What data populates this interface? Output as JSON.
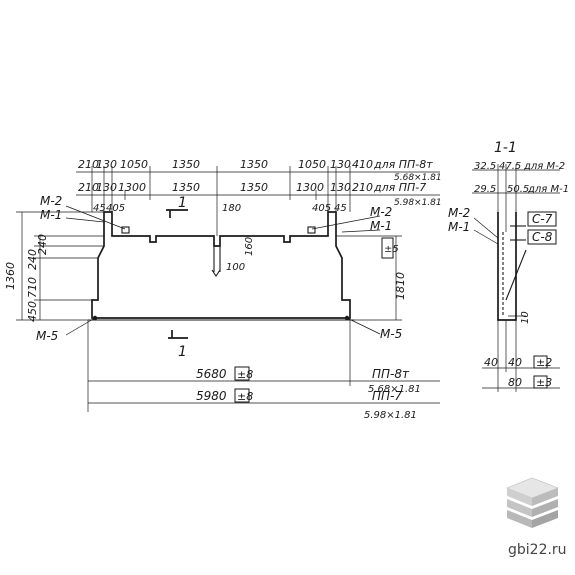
{
  "title": "",
  "top_dims_row1": [
    "210",
    "130",
    "1050",
    "1350",
    "1350",
    "1050",
    "130",
    "410"
  ],
  "top_dims_row1_note": "для ПП-8т",
  "top_dims_row1_note2": "5.68×1.81",
  "top_dims_row2": [
    "210",
    "130",
    "1300",
    "1350",
    "1350",
    "1300",
    "130",
    "210"
  ],
  "top_dims_row2_note": "для ПП-7",
  "top_dims_row2_note2": "5.98×1.81",
  "left_dims": [
    "1360",
    "710",
    "240",
    "240",
    "450"
  ],
  "left_top_dims": [
    "45",
    "405"
  ],
  "right_top_dims": [
    "405",
    "45"
  ],
  "mid_dims": [
    "180",
    "100",
    "160"
  ],
  "right_dim": "1810",
  "right_dim_box": "±5",
  "marks_left": [
    "М-2",
    "М-1",
    "М-5"
  ],
  "marks_right": [
    "М-2",
    "М-1",
    "М-5"
  ],
  "section_mark": "1",
  "bottom_dim1": "5680",
  "bottom_dim1_box": "±8",
  "bottom_dim2": "5980",
  "bottom_dim2_box": "±8",
  "bottom_note1": "ПП-8т",
  "bottom_note2": "5.68×1.81",
  "bottom_note3": "ПП-7",
  "bottom_note4": "5.98×1.81",
  "section_title": "1-1",
  "section_dims_top": [
    "32.5",
    "47.5",
    "для М-2"
  ],
  "section_dims_top2": [
    "29.5",
    "50.5",
    "для М-1"
  ],
  "section_marks_left": [
    "М-2",
    "М-1"
  ],
  "section_marks_right": [
    "С-7",
    "С-8"
  ],
  "section_side_dim": "10",
  "section_bottom_dims": [
    "40",
    "40"
  ],
  "section_bottom_box1": "±2",
  "section_bottom_total": "80",
  "section_bottom_box2": "±3",
  "watermark": "gbi22.ru"
}
